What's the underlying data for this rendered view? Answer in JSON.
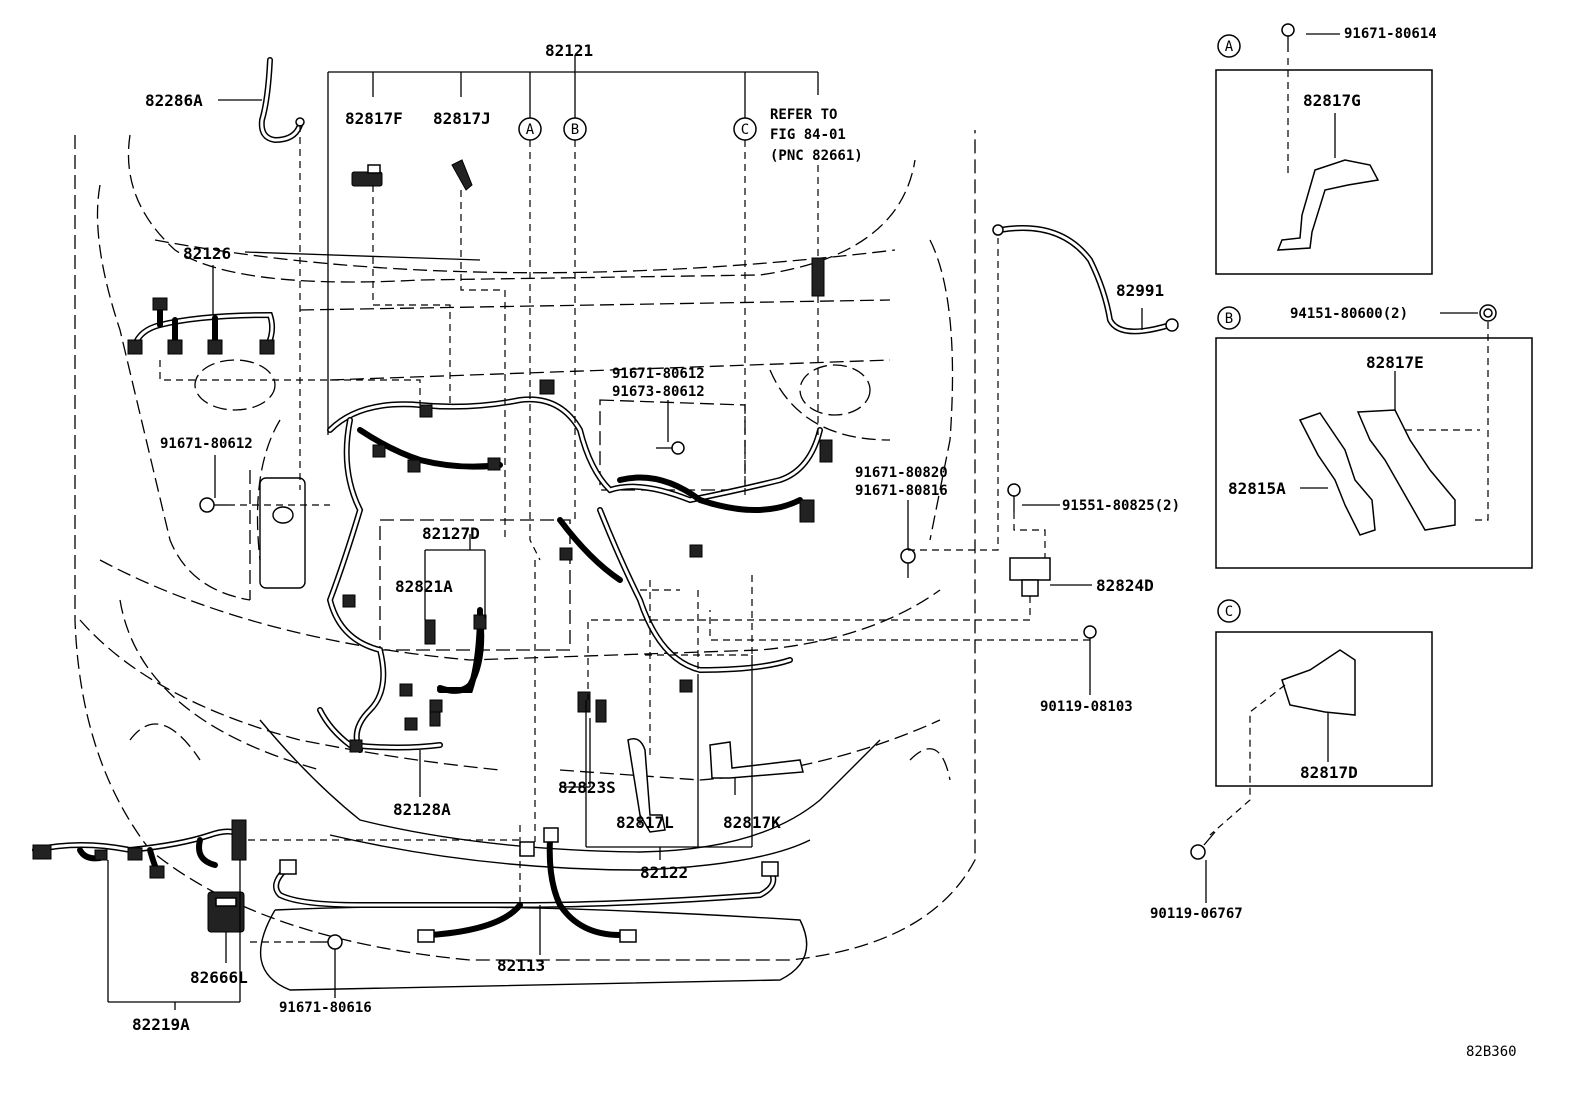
{
  "figure_code": "82B360",
  "callouts": {
    "p82121": "82121",
    "p82286A": "82286A",
    "p82817F": "82817F",
    "p82817J": "82817J",
    "refer_line1": "REFER TO",
    "refer_line2": "FIG 84-01",
    "refer_line3": "(PNC 82661)",
    "p82126": "82126",
    "p82991": "82991",
    "bolt_91671_80612_left": "91671-80612",
    "bolt_91671_80612_mid": "91671-80612",
    "bolt_91673_80612": "91673-80612",
    "bolt_91671_80820": "91671-80820",
    "bolt_91671_80816": "91671-80816",
    "bolt_91551_80825": "91551-80825(2)",
    "p82127D": "82127D",
    "p82821A": "82821A",
    "p82824D": "82824D",
    "bolt_90119_08103": "90119-08103",
    "p82128A": "82128A",
    "p82823S": "82823S",
    "p82817L": "82817L",
    "p82817K": "82817K",
    "p82122": "82122",
    "p82113": "82113",
    "p82666L": "82666L",
    "bolt_91671_80616": "91671-80616",
    "p82219A": "82219A",
    "bolt_90119_06767": "90119-06767"
  },
  "markers": {
    "a": "A",
    "b": "B",
    "c": "C"
  },
  "detail_a": {
    "marker": "A",
    "bolt": "91671-80614",
    "part": "82817G"
  },
  "detail_b": {
    "marker": "B",
    "clip": "94151-80600(2)",
    "part_upper": "82817E",
    "part_lower": "82815A"
  },
  "detail_c": {
    "marker": "C",
    "part": "82817D"
  }
}
